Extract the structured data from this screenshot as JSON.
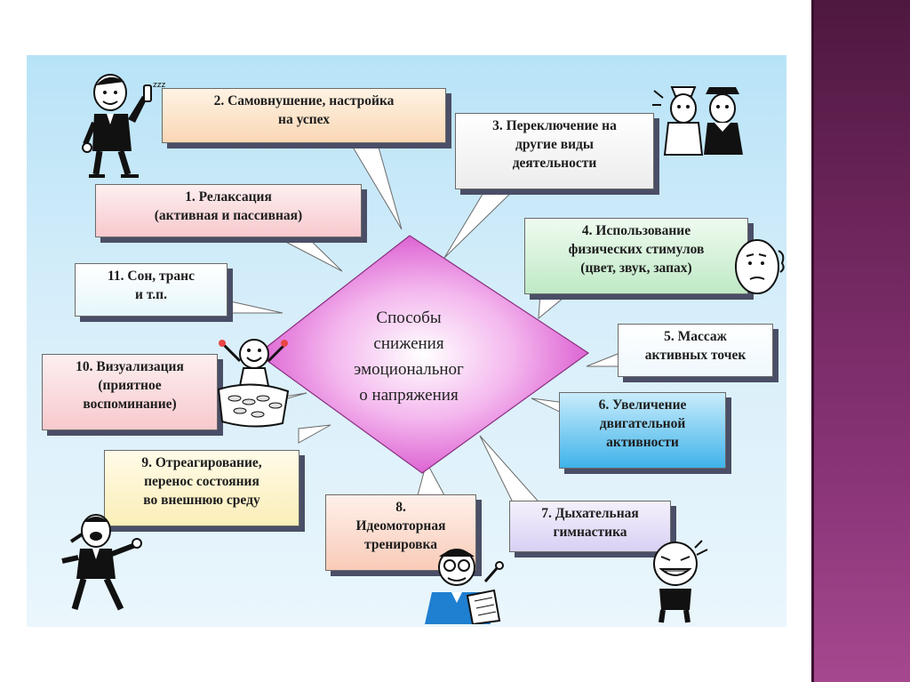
{
  "diagram": {
    "center": {
      "lines": [
        "Способы",
        "снижения",
        "эмоциональног",
        "о напряжения"
      ]
    },
    "items": [
      {
        "id": "2",
        "lines": [
          "2.   Самовнушение, настройка",
          "на успех"
        ],
        "color": "#fde6c8"
      },
      {
        "id": "3",
        "lines": [
          "3. Переключение на",
          "другие виды",
          "деятельности"
        ],
        "color": "#f7f7f7"
      },
      {
        "id": "1",
        "lines": [
          "1. Релаксация",
          "(активная и пассивная)"
        ],
        "color": "#fbe0e2"
      },
      {
        "id": "4",
        "lines": [
          "4.   Использование",
          "физических стимулов",
          "(цвет, звук, запах)"
        ],
        "color": "#d9f3dc"
      },
      {
        "id": "11",
        "lines": [
          "11.   Сон, транс",
          "и т.п."
        ],
        "color": "#f2fbfd"
      },
      {
        "id": "5",
        "lines": [
          "5.   Массаж",
          "активных точек"
        ],
        "color": "#f7fcff"
      },
      {
        "id": "10",
        "lines": [
          "10. Визуализация",
          "(приятное",
          "воспоминание)"
        ],
        "color": "#fbe0e2"
      },
      {
        "id": "6",
        "lines": [
          "6. Увеличение",
          "двигательной",
          "активности"
        ],
        "color": "#5fc2ee"
      },
      {
        "id": "9",
        "lines": [
          "9. Отреагирование,",
          "перенос состояния",
          "во внешнюю среду"
        ],
        "color": "#fdf6d6"
      },
      {
        "id": "8",
        "lines": [
          "8.",
          "Идеомоторная",
          "тренировка"
        ],
        "color": "#fde0d4"
      },
      {
        "id": "7",
        "lines": [
          "7.   Дыхательная",
          "гимнастика"
        ],
        "color": "#e6e0f7"
      }
    ]
  },
  "colors": {
    "diamond_center": "#ffffff",
    "diamond_edge": "#d33fc7",
    "sidebar": "#7a2d68"
  }
}
